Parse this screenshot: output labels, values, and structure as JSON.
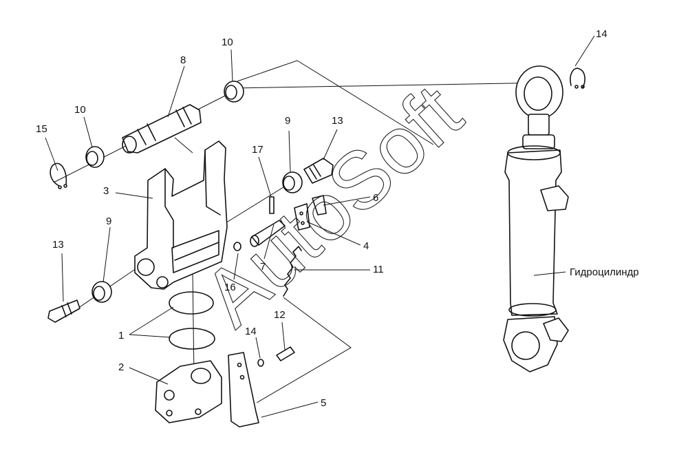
{
  "callouts": [
    {
      "id": "c1",
      "text": "1"
    },
    {
      "id": "c2",
      "text": "2"
    },
    {
      "id": "c3",
      "text": "3"
    },
    {
      "id": "c4",
      "text": "4"
    },
    {
      "id": "c5",
      "text": "5"
    },
    {
      "id": "c6",
      "text": "6"
    },
    {
      "id": "c7",
      "text": "7"
    },
    {
      "id": "c8",
      "text": "8"
    },
    {
      "id": "c9a",
      "text": "9"
    },
    {
      "id": "c9b",
      "text": "9"
    },
    {
      "id": "c10a",
      "text": "10"
    },
    {
      "id": "c10b",
      "text": "10"
    },
    {
      "id": "c11",
      "text": "11"
    },
    {
      "id": "c12",
      "text": "12"
    },
    {
      "id": "c13a",
      "text": "13"
    },
    {
      "id": "c13b",
      "text": "13"
    },
    {
      "id": "c14a",
      "text": "14"
    },
    {
      "id": "c14b",
      "text": "14"
    },
    {
      "id": "c15",
      "text": "15"
    },
    {
      "id": "c16",
      "text": "16"
    },
    {
      "id": "c17",
      "text": "17"
    }
  ],
  "cylinder_label": "Гидроцилиндр",
  "watermark": "AutoSoft"
}
